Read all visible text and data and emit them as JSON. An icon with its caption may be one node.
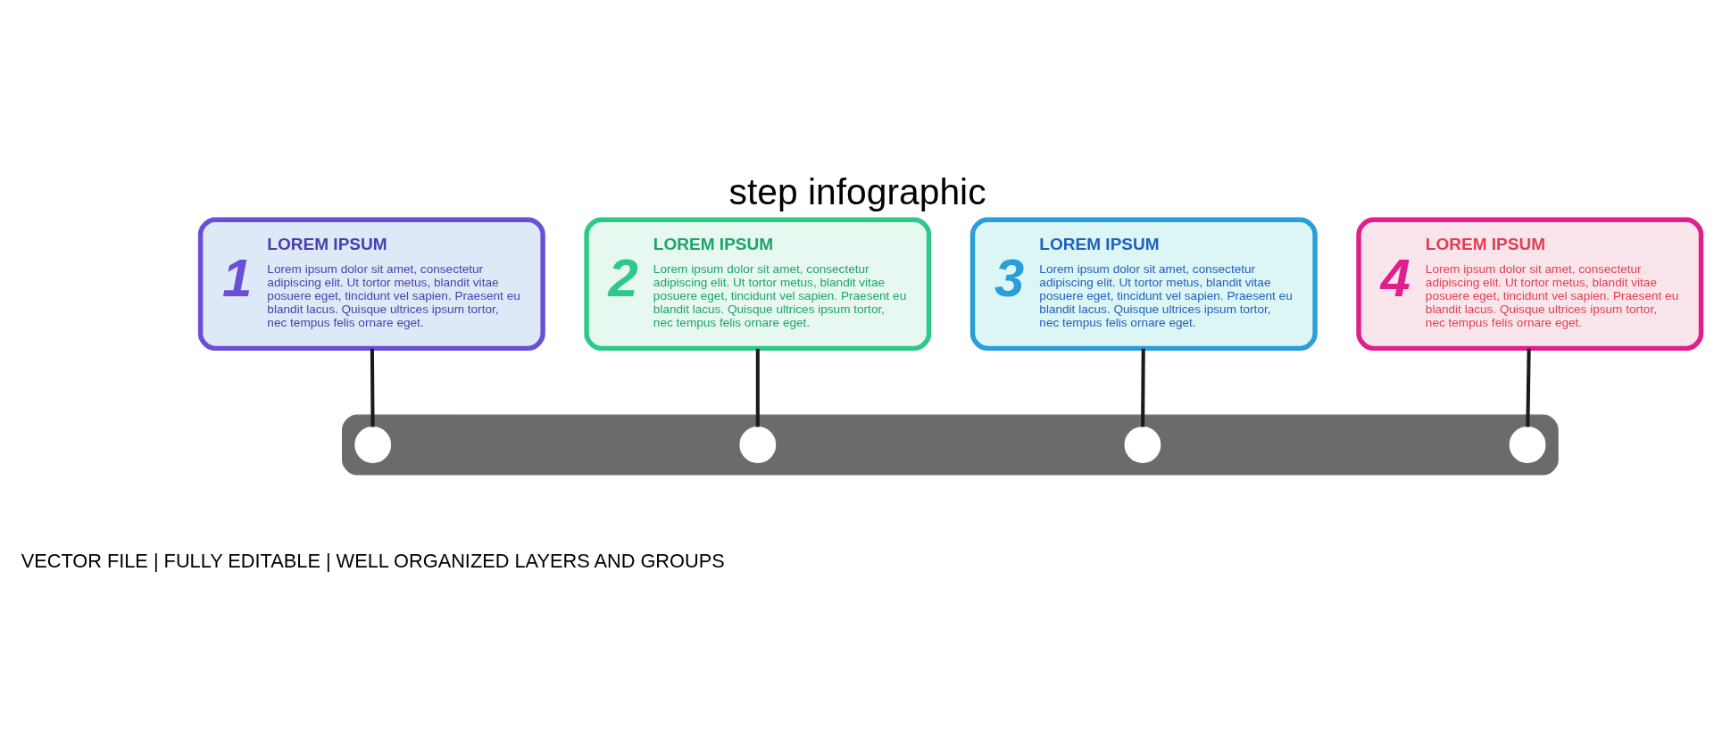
{
  "diagram": {
    "title": "step infographic",
    "caption": "VECTOR FILE | FULLY EDITABLE | WELL ORGANIZED LAYERS AND GROUPS",
    "nodes": [
      {
        "text": [
          "1",
          "LOREM IPSUM",
          "Lorem ipsum dolor sit amet, consectetur adipiscing elit. Ut tortor metus, blandit vitae posuere eget, tincidunt vel sapien. Praesent eu blandit lacus. Quisque ultrices ipsum tortor, nec tempus felis ornare eget."
        ]
      },
      {
        "text": [
          "2",
          "LOREM IPSUM",
          "Lorem ipsum dolor sit amet, consectetur adipiscing elit. Ut tortor metus, blandit vitae posuere eget, tincidunt vel sapien. Praesent eu blandit lacus. Quisque ultrices ipsum tortor, nec tempus felis ornare eget."
        ]
      },
      {
        "text": [
          "3",
          "LOREM IPSUM",
          "Lorem ipsum dolor sit amet, consectetur adipiscing elit. Ut tortor metus, blandit vitae posuere eget, tincidunt vel sapien. Praesent eu blandit lacus. Quisque ultrices ipsum tortor, nec tempus felis ornare eget."
        ]
      },
      {
        "text": [
          "4",
          "LOREM IPSUM",
          "Lorem ipsum dolor sit amet, consectetur adipiscing elit. Ut tortor metus, blandit vitae posuere eget, tincidunt vel sapien. Praesent eu blandit lacus. Quisque ultrices ipsum tortor, nec tempus felis ornare eget."
        ]
      },
      {
        "text": [],
        "shape": "bar"
      },
      {
        "text": [],
        "shape": "circle",
        "in": 4
      },
      {
        "text": [],
        "shape": "circle",
        "in": 4
      },
      {
        "text": [],
        "shape": "circle",
        "in": 4
      },
      {
        "text": [],
        "shape": "circle",
        "in": 4
      }
    ],
    "edges": [
      {
        "from": 0,
        "to": 5,
        "arrow": "none"
      },
      {
        "from": 1,
        "to": 6,
        "arrow": "none"
      },
      {
        "from": 2,
        "to": 7,
        "arrow": "none"
      },
      {
        "from": 3,
        "to": 8,
        "arrow": "none"
      }
    ]
  }
}
